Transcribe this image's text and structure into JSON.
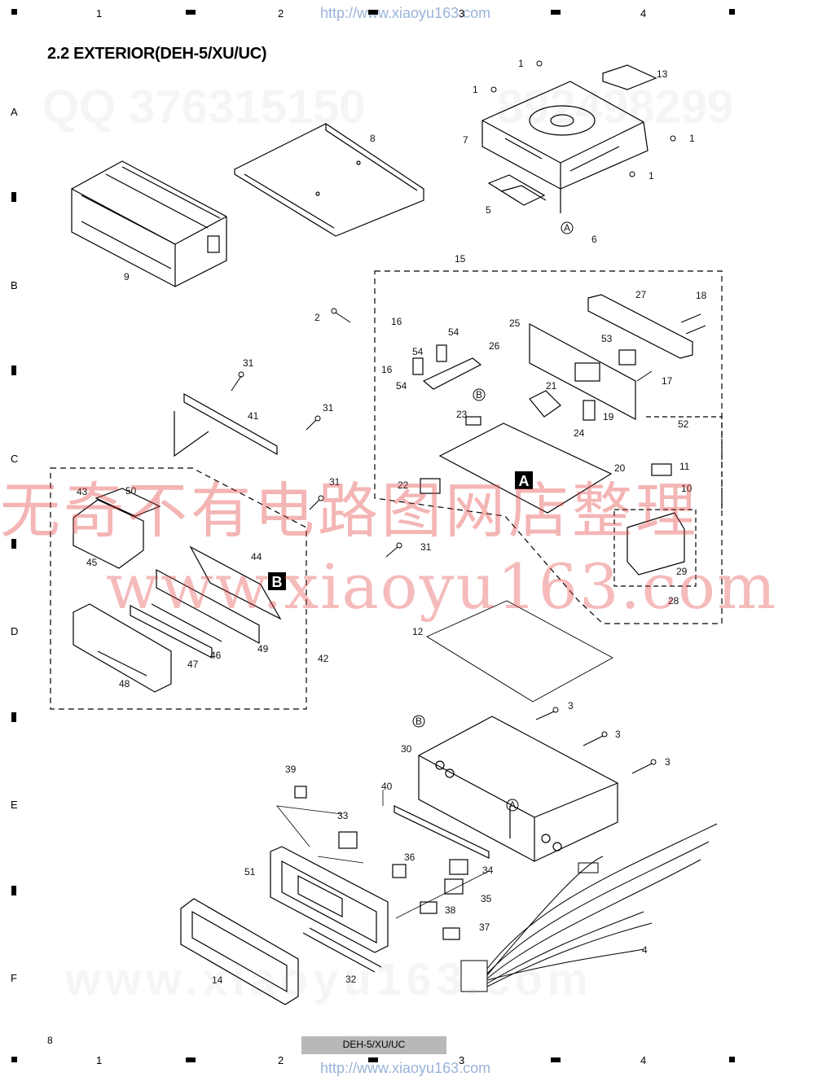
{
  "header": {
    "title": "2.2 EXTERIOR(DEH-5/XU/UC)",
    "url_top": "http://www.xiaoyu163.com",
    "url_bottom": "http://www.xiaoyu163.com"
  },
  "grid": {
    "columns": [
      "1",
      "2",
      "3",
      "4"
    ],
    "rows": [
      "A",
      "B",
      "C",
      "D",
      "E",
      "F"
    ]
  },
  "watermarks": {
    "chinese": "无奇不有电路图网店整理",
    "site": "www.xiaoyu163.com",
    "qq_left": "QQ 376315150",
    "qq_right": "892498299",
    "faint_www": "www.xiaoyu163.com"
  },
  "footer": {
    "model": "DEH-5/XU/UC",
    "page": "8"
  },
  "diagram": {
    "section_labels": [
      "A",
      "B"
    ],
    "callouts": [
      "1",
      "1",
      "1",
      "1",
      "2",
      "3",
      "3",
      "3",
      "4",
      "5",
      "6",
      "7",
      "8",
      "9",
      "10",
      "11",
      "12",
      "13",
      "14",
      "15",
      "16",
      "16",
      "17",
      "18",
      "19",
      "20",
      "21",
      "22",
      "23",
      "24",
      "25",
      "26",
      "27",
      "28",
      "29",
      "30",
      "31",
      "31",
      "31",
      "31",
      "32",
      "33",
      "34",
      "35",
      "36",
      "37",
      "38",
      "39",
      "40",
      "41",
      "42",
      "43",
      "44",
      "45",
      "46",
      "47",
      "48",
      "49",
      "50",
      "51",
      "52",
      "53",
      "54",
      "54",
      "54"
    ],
    "ref_marks": [
      "A",
      "B",
      "B",
      "A"
    ]
  }
}
